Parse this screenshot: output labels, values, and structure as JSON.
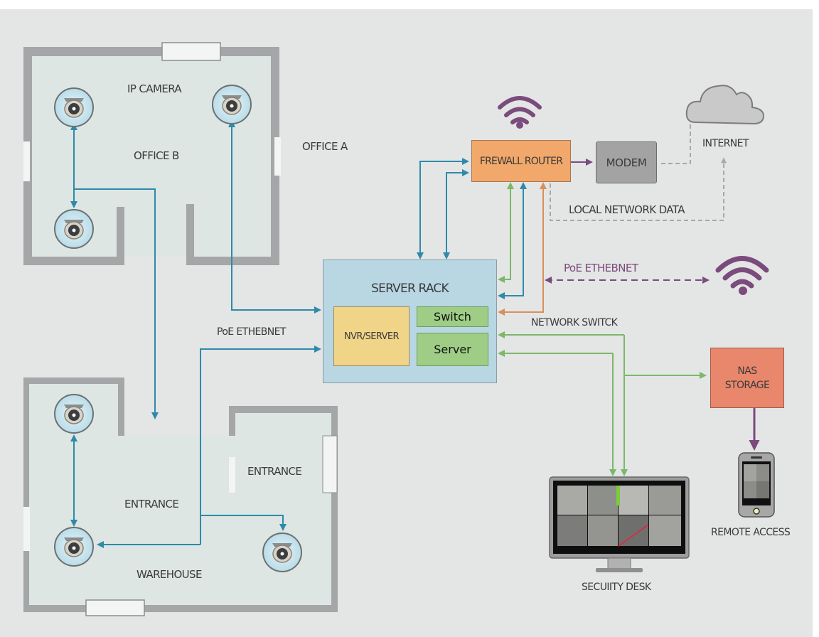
{
  "title": "IP Camera Security Network Diagram",
  "rooms": {
    "office_b": "OFFICE B",
    "office_a": "OFFICE A",
    "entrance_main": "ENTRANCE",
    "entrance_side": "ENTRANCE",
    "warehouse": "WAREHOUSE"
  },
  "labels": {
    "ip_camera": "IP CAMERA",
    "poe_ethernet_left": "PoE ETHEBNET",
    "poe_ethernet_right": "PoE ETHEBNET",
    "network_switch": "NETWORK SWITCK",
    "local_network_data": "LOCAL NETWORK DATA",
    "internet": "INTERNET",
    "security_desk": "SECUIITY DESK",
    "remote_access": "REMOTE ACCESS"
  },
  "nodes": {
    "server_rack": {
      "title": "SERVER RACK",
      "nvr": "NVR/SERVER",
      "switch": "Switch",
      "server": "Server"
    },
    "router": "FREWALL ROUTER",
    "modem": "MODEM",
    "nas": {
      "line1": "NAS",
      "line2": "STORAGE"
    }
  },
  "colors": {
    "background": "#e4e5e5",
    "room_floor": "#dde6e3",
    "wall": "#9a9c9d",
    "blue_link": "#2f8aaa",
    "green_link": "#7cb86a",
    "orange_link": "#d8905a",
    "purple_link": "#7a4b7c",
    "server_rack": "#b9d7e2",
    "nvr": "#f0d488",
    "switch": "#9fcd86",
    "router": "#f1a86a",
    "modem": "#a3a3a3",
    "nas": "#e9876c"
  },
  "cameras": [
    {
      "room": "office_b",
      "position": "top-left"
    },
    {
      "room": "office_b",
      "position": "top-right"
    },
    {
      "room": "office_b",
      "position": "bottom-left"
    },
    {
      "room": "warehouse",
      "position": "top-left"
    },
    {
      "room": "warehouse",
      "position": "bottom-left"
    },
    {
      "room": "warehouse",
      "position": "bottom-right"
    }
  ]
}
